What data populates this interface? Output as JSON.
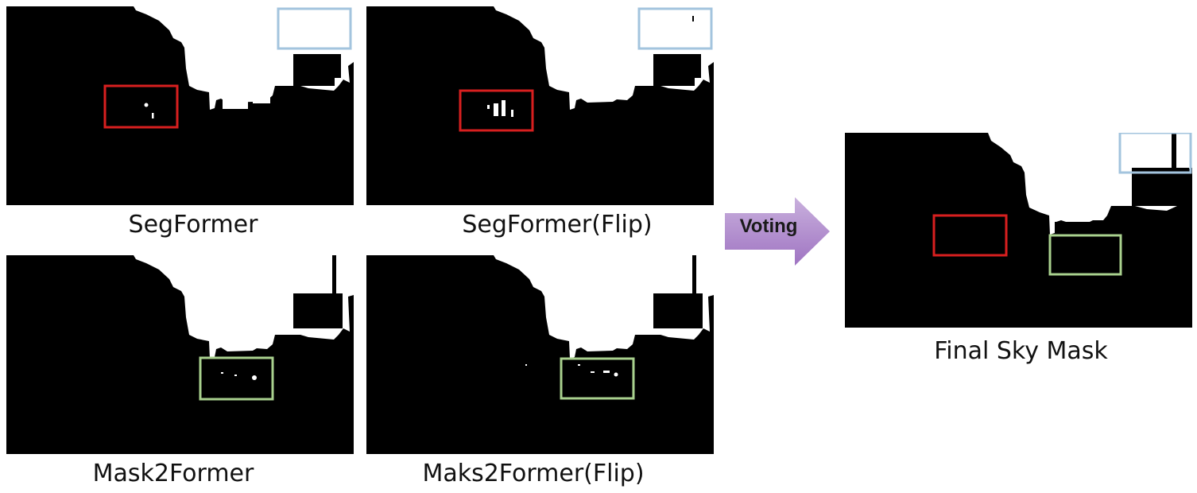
{
  "panels": {
    "segformer": {
      "caption": "SegFormer"
    },
    "segformer_flip": {
      "caption": "SegFormer(Flip)"
    },
    "mask2former": {
      "caption": "Mask2Former"
    },
    "mask2former_flip": {
      "caption": "Maks2Former(Flip)"
    },
    "final": {
      "caption": "Final Sky Mask"
    }
  },
  "arrow": {
    "label": "Voting"
  },
  "colors": {
    "red_box": "#d81f1f",
    "blue_box": "#a3c4de",
    "green_box": "#a9d18e",
    "arrow_fill": "#b08ccc"
  }
}
